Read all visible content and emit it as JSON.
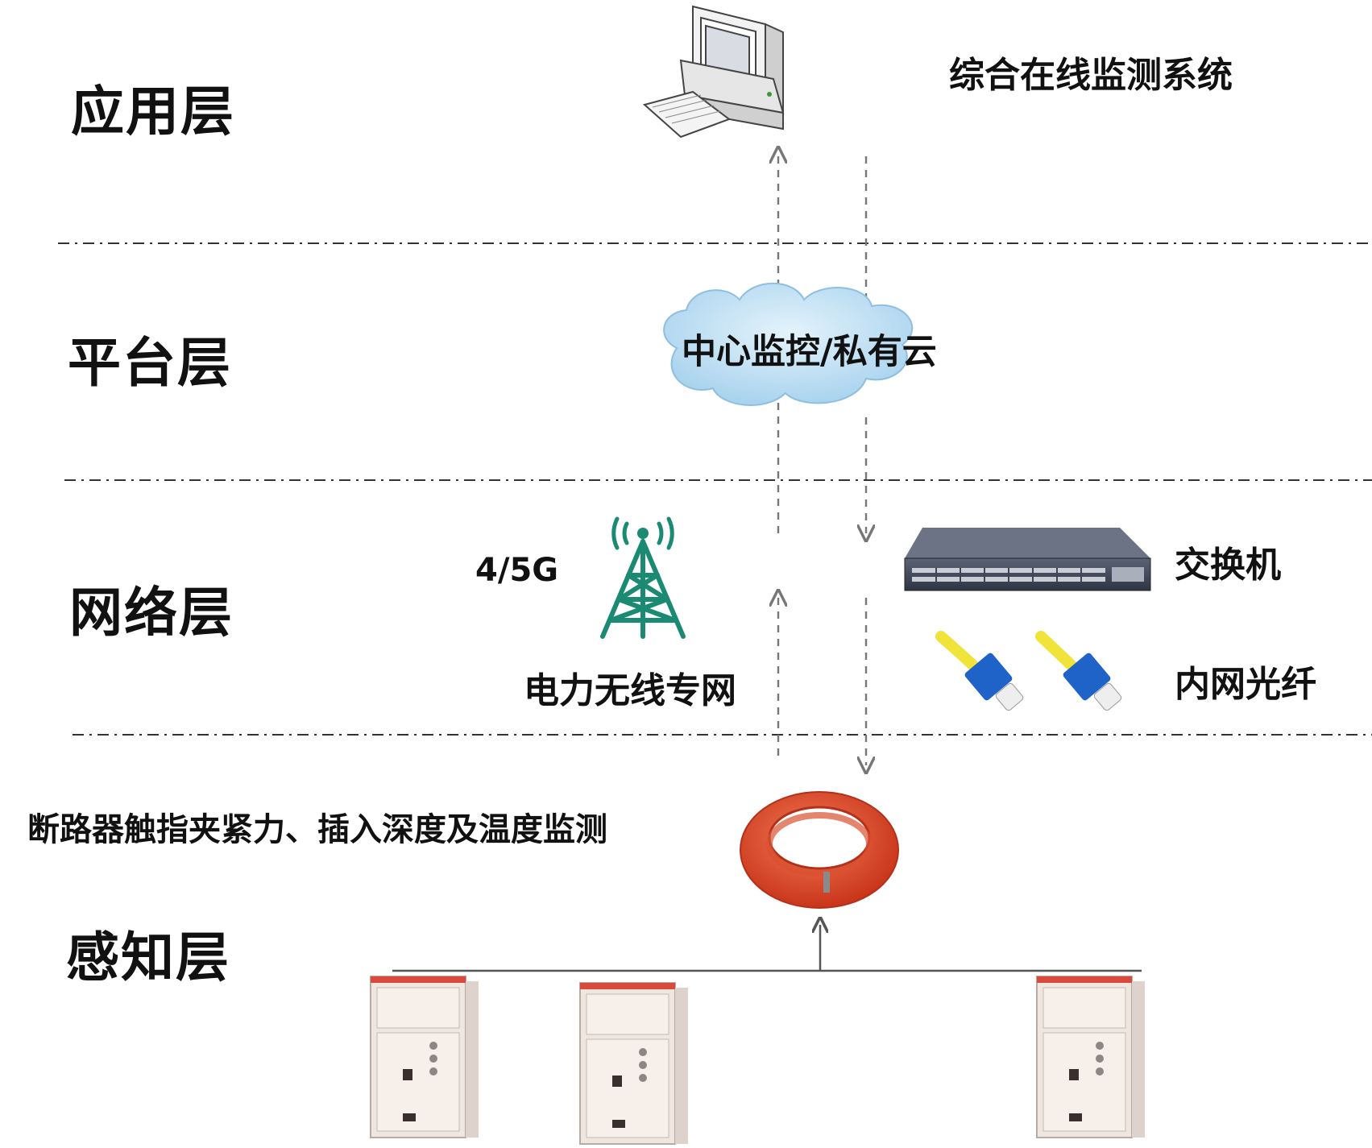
{
  "layers": {
    "application": "应用层",
    "platform": "平台层",
    "network": "网络层",
    "perception": "感知层"
  },
  "nodes": {
    "system_label": "综合在线监测系统",
    "cloud_label": "中心监控/私有云",
    "band_label": "4/5G",
    "wireless_label": "电力无线专网",
    "switch_label": "交换机",
    "fiber_label": "内网光纤",
    "sensor_label": "断路器触指夹紧力、插入深度及温度监测"
  },
  "colors": {
    "tower": "#1a8a72",
    "cloud": "#bfe0f4",
    "ring": "#e0421f",
    "switch": "#3d4456",
    "cable": "#f0e43a",
    "connector": "#1f63c9",
    "cabinet": "#efe6e0"
  }
}
